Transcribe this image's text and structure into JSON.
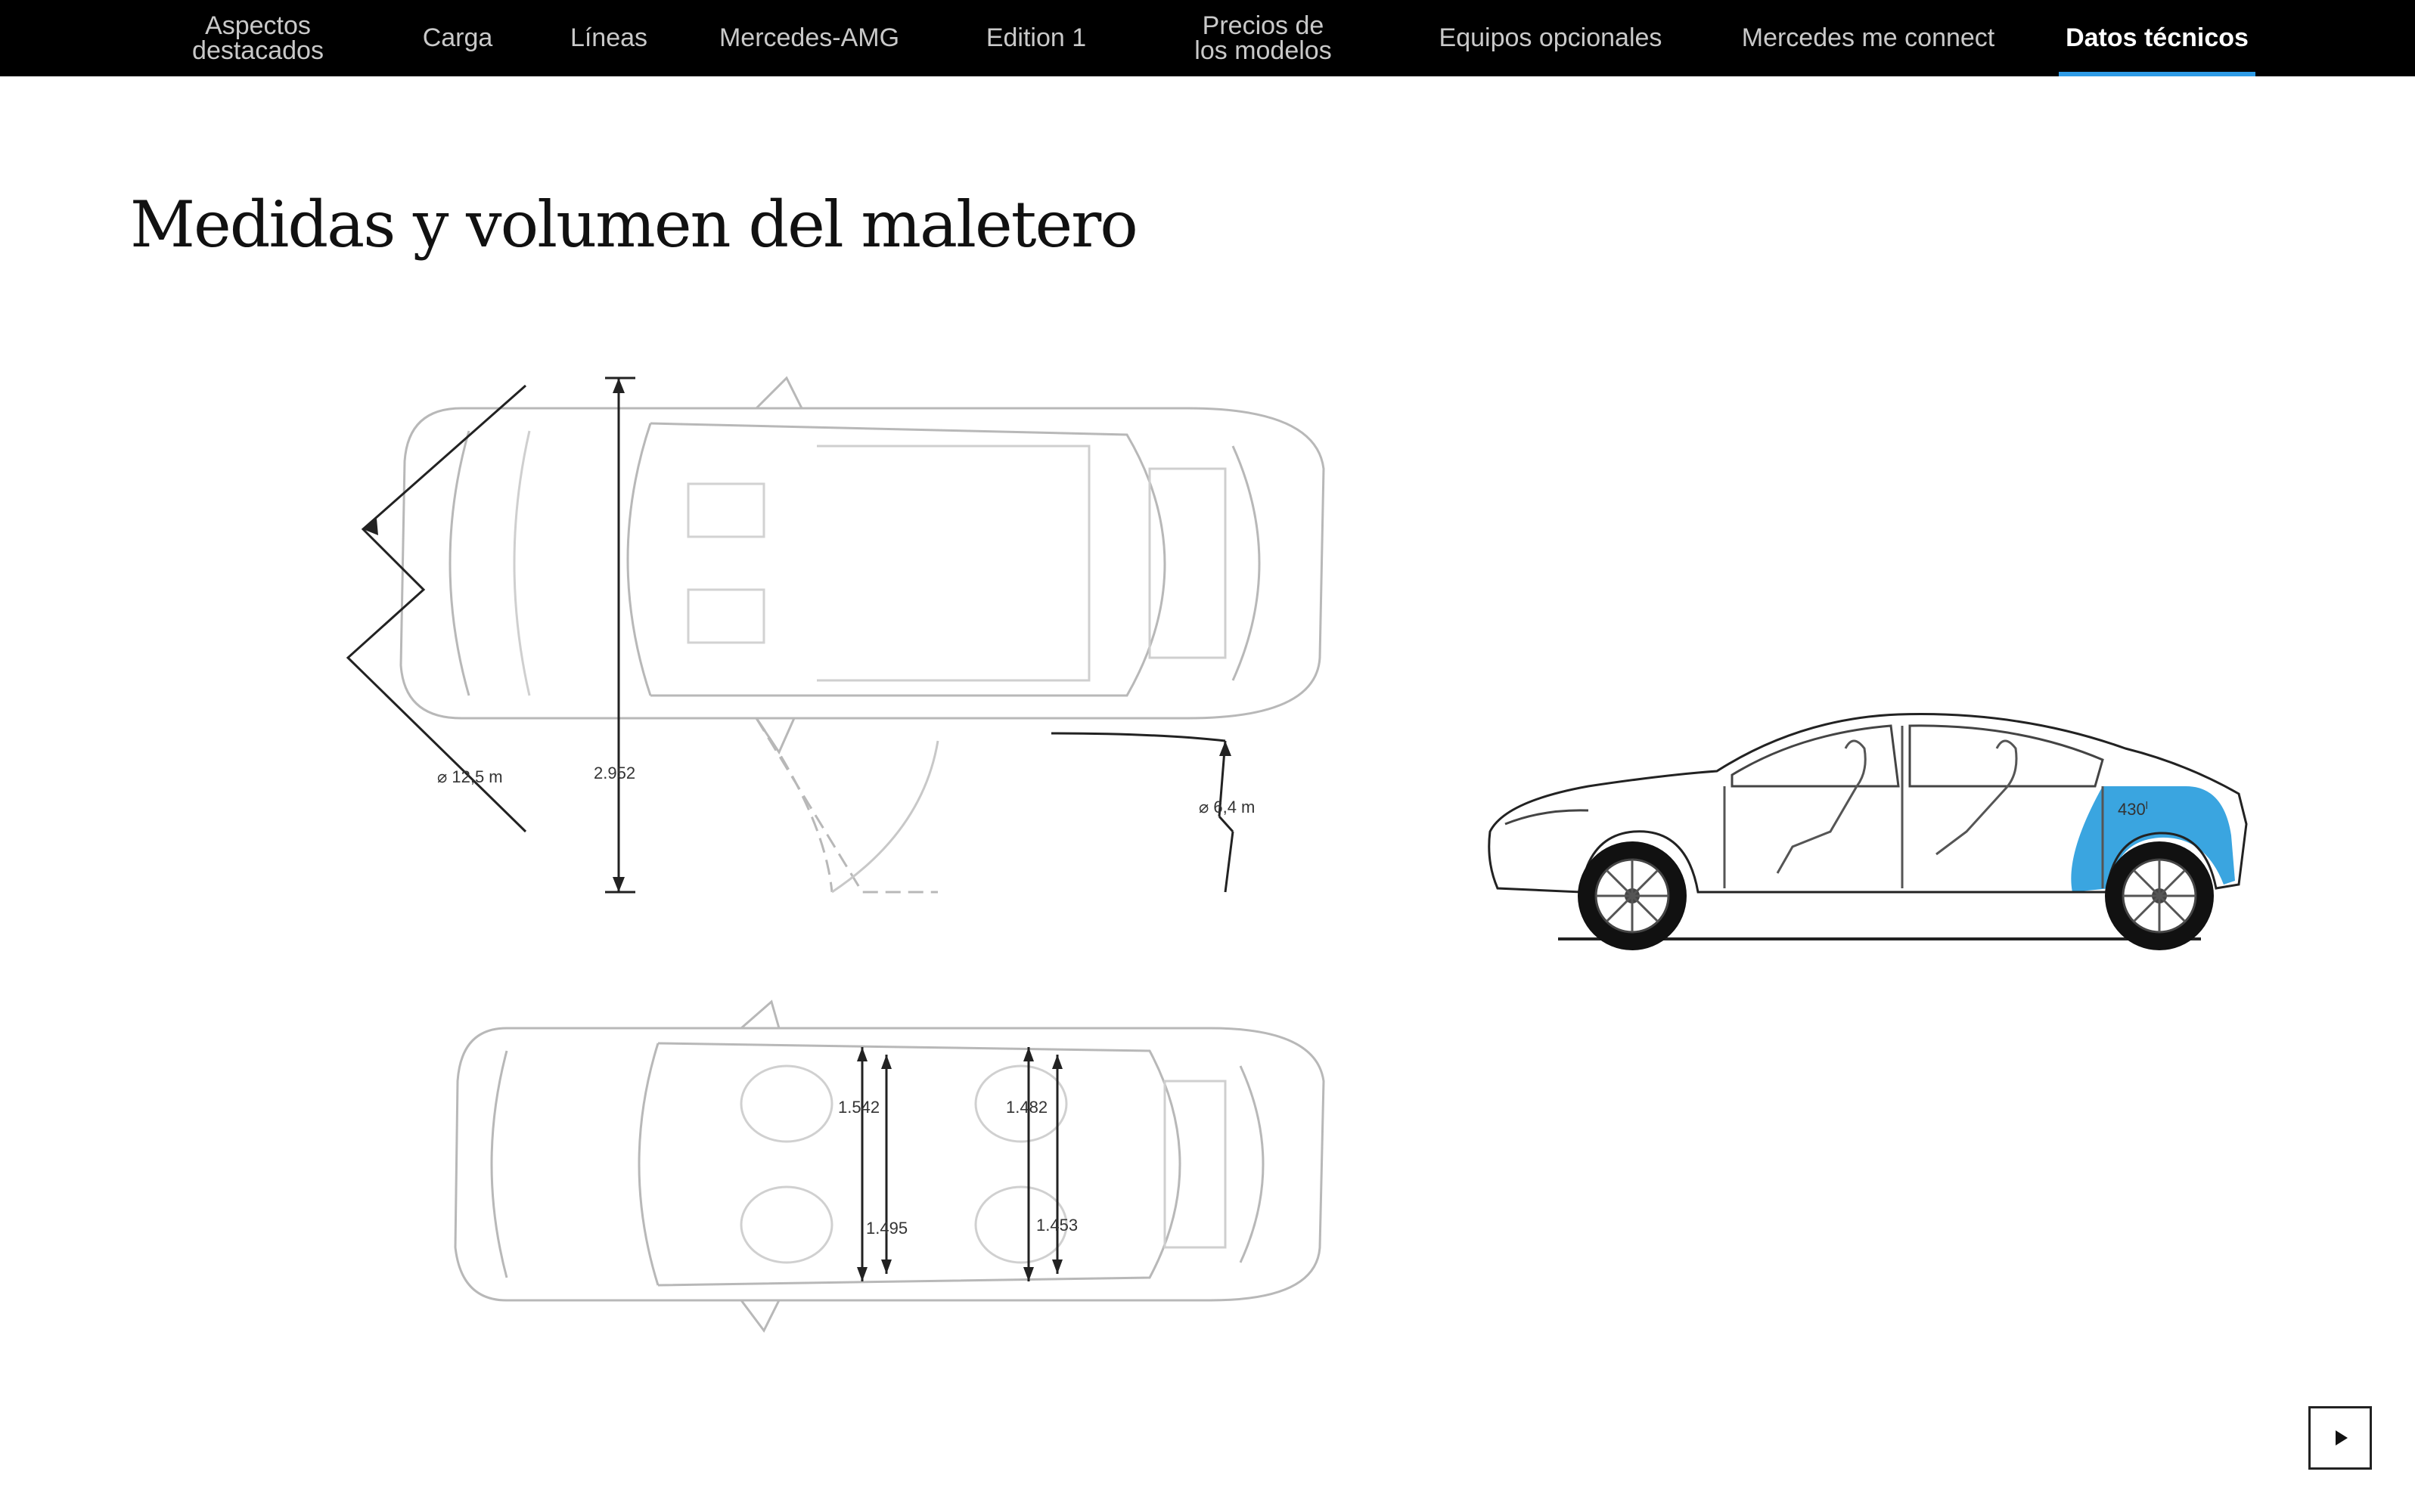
{
  "nav": {
    "items": [
      {
        "line1": "Aspectos",
        "line2": "destacados"
      },
      {
        "line1": "Carga",
        "line2": ""
      },
      {
        "line1": "Líneas",
        "line2": ""
      },
      {
        "line1": "Mercedes-AMG",
        "line2": ""
      },
      {
        "line1": "Edition 1",
        "line2": ""
      },
      {
        "line1": "Precios de",
        "line2": "los modelos"
      },
      {
        "line1": "Equipos opcionales",
        "line2": ""
      },
      {
        "line1": "Mercedes me connect",
        "line2": ""
      },
      {
        "line1": "Datos técnicos",
        "line2": ""
      }
    ],
    "active_index": 8,
    "active_color": "#2e9be6"
  },
  "page": {
    "title": "Medidas y volumen del maletero"
  },
  "diagrams": {
    "top_view": {
      "turning_circle": "⌀ 12,5 m",
      "wheelbase": "2.952",
      "rear_turn": "⌀ 6,4 m"
    },
    "bottom_view": {
      "front_shoulder": "1.542",
      "front_hip": "1.495",
      "rear_shoulder": "1.482",
      "rear_hip": "1.453"
    },
    "side_view": {
      "trunk_volume": "430",
      "trunk_volume_unit": "l",
      "trunk_color": "#3aa5e0"
    }
  },
  "controls": {
    "next_icon": "play-icon"
  }
}
